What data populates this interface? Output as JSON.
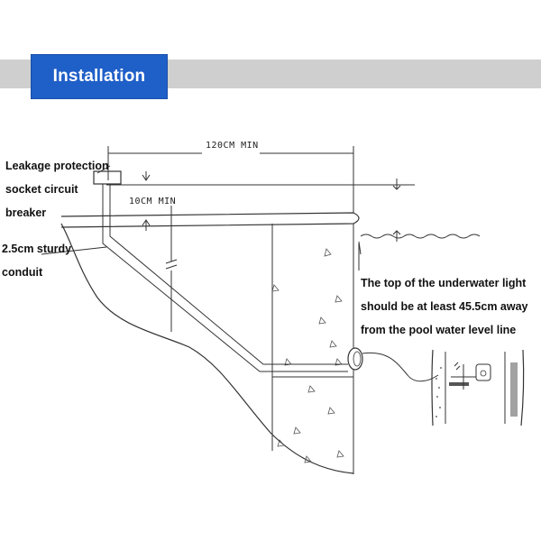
{
  "header": {
    "title": "Installation",
    "tab_color": "#1f5fc8",
    "bar_color": "#cfcfcf"
  },
  "labels": {
    "leakage_line1": "Leakage protection",
    "leakage_line2": "socket circuit",
    "leakage_line3": "breaker",
    "conduit_line1": "2.5cm sturdy",
    "conduit_line2": "conduit",
    "light_line1": "The top of the underwater light",
    "light_line2": "should be at least 45.5cm away",
    "light_line3": "from the pool water level line"
  },
  "dimensions": {
    "horizontal_min": "120CM MIN",
    "vertical_min": "10CM MIN"
  }
}
